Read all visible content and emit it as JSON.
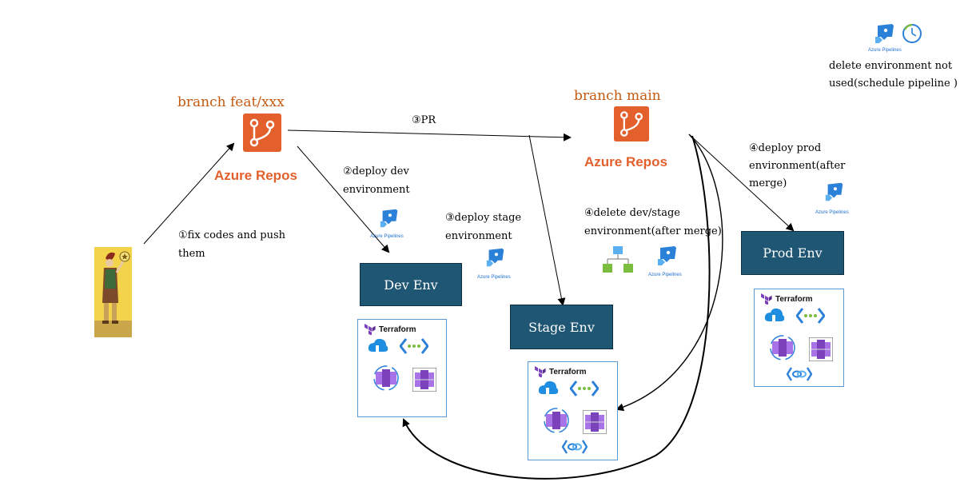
{
  "pipelines_note": {
    "label": "Azure Pipelines",
    "text_line1": "delete environment not",
    "text_line2": "used(schedule pipeline )"
  },
  "branches": {
    "feat": {
      "title": "branch feat/xxx",
      "repos_label": "Azure Repos"
    },
    "main": {
      "title": "branch main",
      "repos_label": "Azure Repos"
    }
  },
  "steps": {
    "step1_line1": "①fix codes and push",
    "step1_line2": "them",
    "step2_line1": "②deploy dev",
    "step2_line2": "environment",
    "step3_pr": "③PR",
    "step3_line1": "③deploy stage",
    "step3_line2": "environment",
    "step4_delete_line1": "④delete dev/stage",
    "step4_delete_line2": "environment(after merge)",
    "step4_prod_line1": "④deploy prod",
    "step4_prod_line2": "environment(after",
    "step4_prod_line3": "merge)"
  },
  "pipelines_labels": {
    "dev": "Azure Pipelines",
    "stage": "Azure Pipelines",
    "delete": "Azure Pipelines",
    "prod": "Azure Pipelines"
  },
  "environments": {
    "dev": {
      "label": "Dev Env",
      "terraform": "Terraform"
    },
    "stage": {
      "label": "Stage Env",
      "terraform": "Terraform"
    },
    "prod": {
      "label": "Prod Env",
      "terraform": "Terraform"
    }
  },
  "colors": {
    "env_box": "#1f5674",
    "branch_text": "#c55a11",
    "repos_orange": "#e3602c",
    "pipelines_blue": "#1f6fd0",
    "terraform_purple": "#7b42bc",
    "box_border": "#5b9bd5"
  },
  "icons": [
    "azure-repos-icon",
    "azure-pipelines-icon",
    "clock-icon",
    "developer-avatar",
    "terraform-icon",
    "function-app-icon",
    "vnet-icon",
    "api-management-icon",
    "container-instances-icon",
    "private-link-icon",
    "hierarchy-icon"
  ]
}
